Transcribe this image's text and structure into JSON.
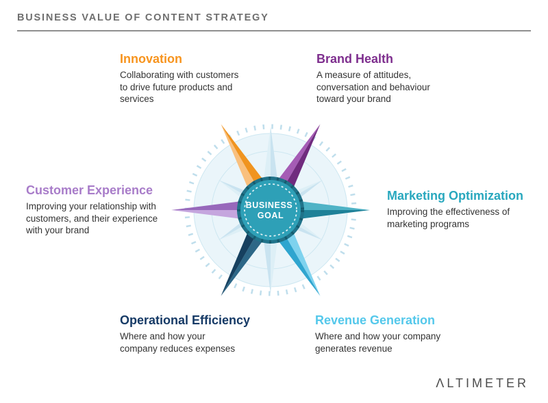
{
  "header": {
    "title": "BUSINESS VALUE OF CONTENT STRATEGY"
  },
  "center": {
    "line1": "BUSINESS",
    "line2": "GOAL"
  },
  "segments": [
    {
      "id": "innovation",
      "title": "Innovation",
      "desc": "Collaborating with customers to drive future products and services",
      "color": "#F7941E"
    },
    {
      "id": "brand-health",
      "title": "Brand Health",
      "desc": "A measure of attitudes, conversation and behaviour toward your brand",
      "color": "#7E2E8E"
    },
    {
      "id": "customer-experience",
      "title": "Customer Experience",
      "desc": "Improving your relationship with customers, and their experience with your brand",
      "color": "#A87CC9"
    },
    {
      "id": "marketing-optimization",
      "title": "Marketing Optimization",
      "desc": "Improving the effectiveness of marketing programs",
      "color": "#29A8BE"
    },
    {
      "id": "operational-efficiency",
      "title": "Operational Efficiency",
      "desc": "Where and how your company reduces expenses",
      "color": "#163A66"
    },
    {
      "id": "revenue-generation",
      "title": "Revenue Generation",
      "desc": "Where and how your company generates revenue",
      "color": "#54C8EB"
    }
  ],
  "compass": {
    "ring_fill": "#20738A",
    "center_fill": "#2EA0B7",
    "points": {
      "innovation": {
        "dark": "#F0941F",
        "light": "#F9C07E"
      },
      "brand_health": {
        "dark": "#702B7E",
        "light": "#A55CB5"
      },
      "marketing_optimization": {
        "dark": "#1F8198",
        "light": "#4FB3C6"
      },
      "revenue_generation": {
        "dark": "#2FA5CF",
        "light": "#7ED2EE"
      },
      "operational_efficiency": {
        "dark": "#16405F",
        "light": "#2D6787"
      },
      "customer_experience": {
        "dark": "#9768BB",
        "light": "#C5A6DE"
      }
    }
  },
  "footer": {
    "logo": "ΛLTIMETER"
  }
}
